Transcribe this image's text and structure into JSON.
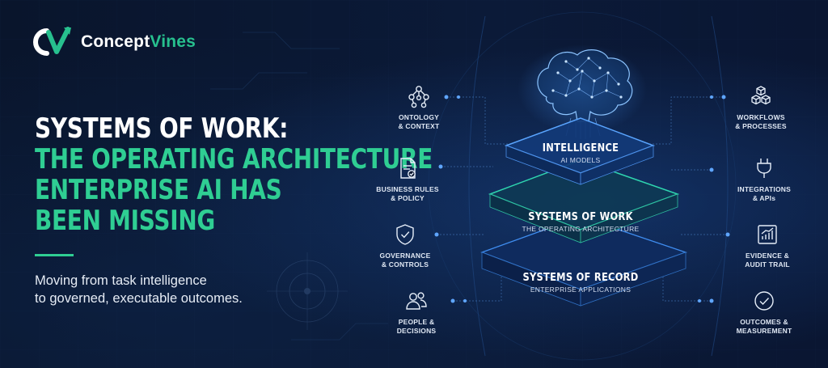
{
  "brand": {
    "name_part1": "Concept",
    "name_part2": "Vines",
    "accent": "#27c08e"
  },
  "headline": {
    "line1": "SYSTEMS OF WORK:",
    "line2": "THE OPERATING ARCHITECTURE",
    "line3": "ENTERPRISE AI HAS",
    "line4": "BEEN MISSING"
  },
  "subtitle": {
    "line1": "Moving from task intelligence",
    "line2": "to governed, executable outcomes."
  },
  "layers": [
    {
      "title": "INTELLIGENCE",
      "subtitle": "AI MODELS"
    },
    {
      "title": "SYSTEMS OF WORK",
      "subtitle": "THE OPERATING ARCHITECTURE"
    },
    {
      "title": "SYSTEMS OF RECORD",
      "subtitle": "ENTERPRISE APPLICATIONS"
    }
  ],
  "left_items": [
    {
      "icon": "network-icon",
      "line1": "ONTOLOGY",
      "line2": "& CONTEXT"
    },
    {
      "icon": "document-check-icon",
      "line1": "BUSINESS RULES",
      "line2": "& POLICY"
    },
    {
      "icon": "shield-check-icon",
      "line1": "GOVERNANCE",
      "line2": "& CONTROLS"
    },
    {
      "icon": "people-icon",
      "line1": "PEOPLE &",
      "line2": "DECISIONS"
    }
  ],
  "right_items": [
    {
      "icon": "cubes-icon",
      "line1": "WORKFLOWS",
      "line2": "& PROCESSES"
    },
    {
      "icon": "plug-icon",
      "line1": "INTEGRATIONS",
      "line2": "& APIs"
    },
    {
      "icon": "chart-icon",
      "line1": "EVIDENCE &",
      "line2": "AUDIT TRAIL"
    },
    {
      "icon": "check-circle-icon",
      "line1": "OUTCOMES &",
      "line2": "MEASUREMENT"
    }
  ],
  "colors": {
    "primary_green": "#2fce93",
    "background": "#0a1730",
    "layer_blue": "#3f8df0",
    "layer_teal": "#2fd6b0"
  }
}
